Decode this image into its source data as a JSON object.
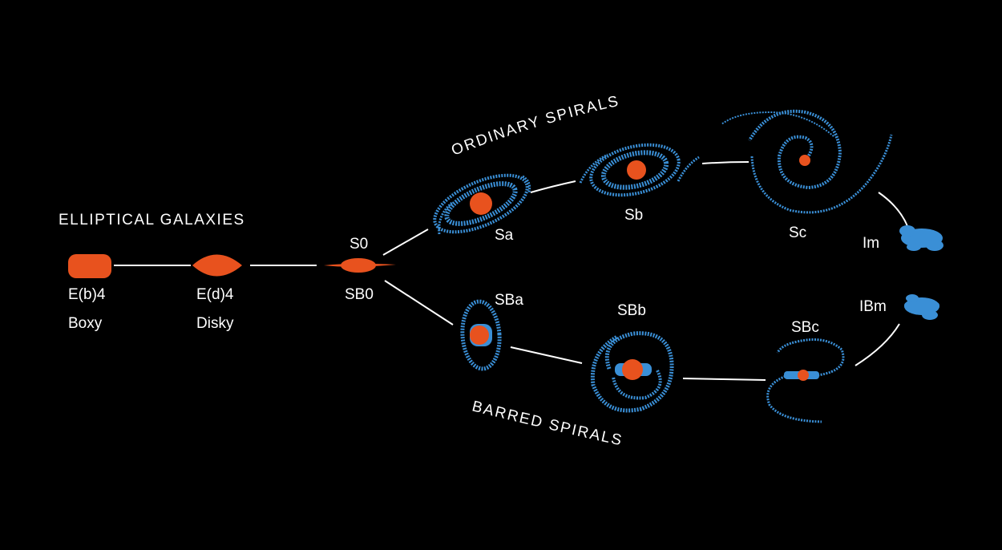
{
  "diagram": {
    "colors": {
      "background": "#000000",
      "elliptical_galaxy": "#e8521e",
      "spiral_arms": "#3a8fd6",
      "galaxy_bulge": "#e8521e",
      "connector": "#ffffff",
      "text": "#ffffff"
    },
    "headings": {
      "elliptical": "ELLIPTICAL GALAXIES",
      "ordinary": "ORDINARY SPIRALS",
      "barred": "BARRED SPIRALS"
    },
    "ellipticals": [
      {
        "code": "E(b)4",
        "name": "Boxy"
      },
      {
        "code": "E(d)4",
        "name": "Disky"
      }
    ],
    "lenticular": {
      "ordinary": "S0",
      "barred": "SB0"
    },
    "ordinary_spirals": [
      "Sa",
      "Sb",
      "Sc",
      "Im"
    ],
    "barred_spirals": [
      "SBa",
      "SBb",
      "SBc",
      "IBm"
    ]
  }
}
